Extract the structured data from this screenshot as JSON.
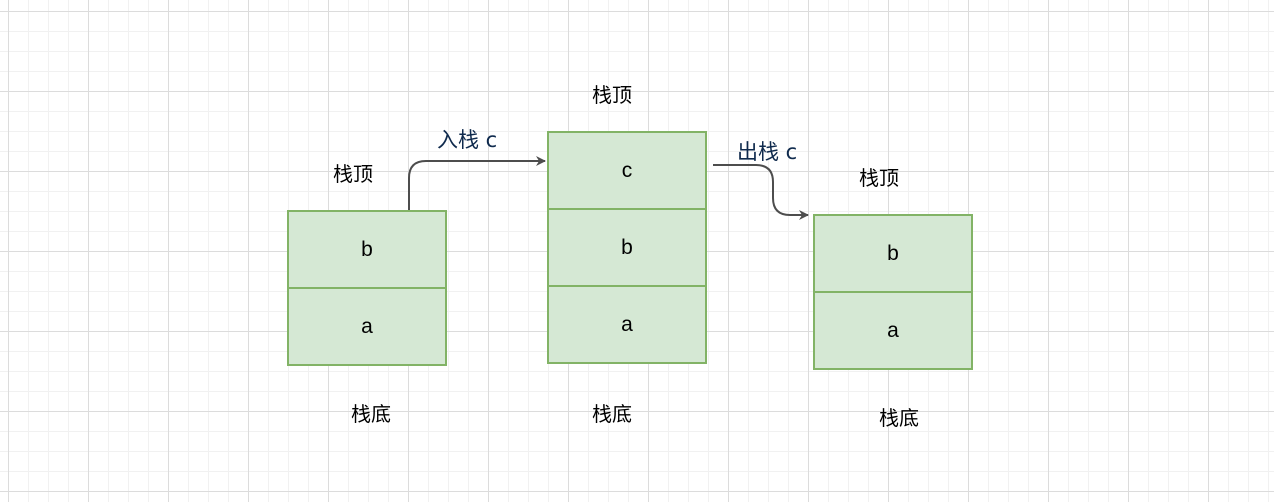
{
  "stacks": [
    {
      "top_label": "栈顶",
      "bottom_label": "栈底",
      "items": [
        "b",
        "a"
      ]
    },
    {
      "top_label": "栈顶",
      "bottom_label": "栈底",
      "items": [
        "c",
        "b",
        "a"
      ]
    },
    {
      "top_label": "栈顶",
      "bottom_label": "栈底",
      "items": [
        "b",
        "a"
      ]
    }
  ],
  "arrows": [
    {
      "label": "入栈 c"
    },
    {
      "label": "出栈 c"
    }
  ],
  "colors": {
    "box_fill": "#d5e8d4",
    "box_stroke": "#82b366",
    "connector": "#4d4d4d"
  }
}
